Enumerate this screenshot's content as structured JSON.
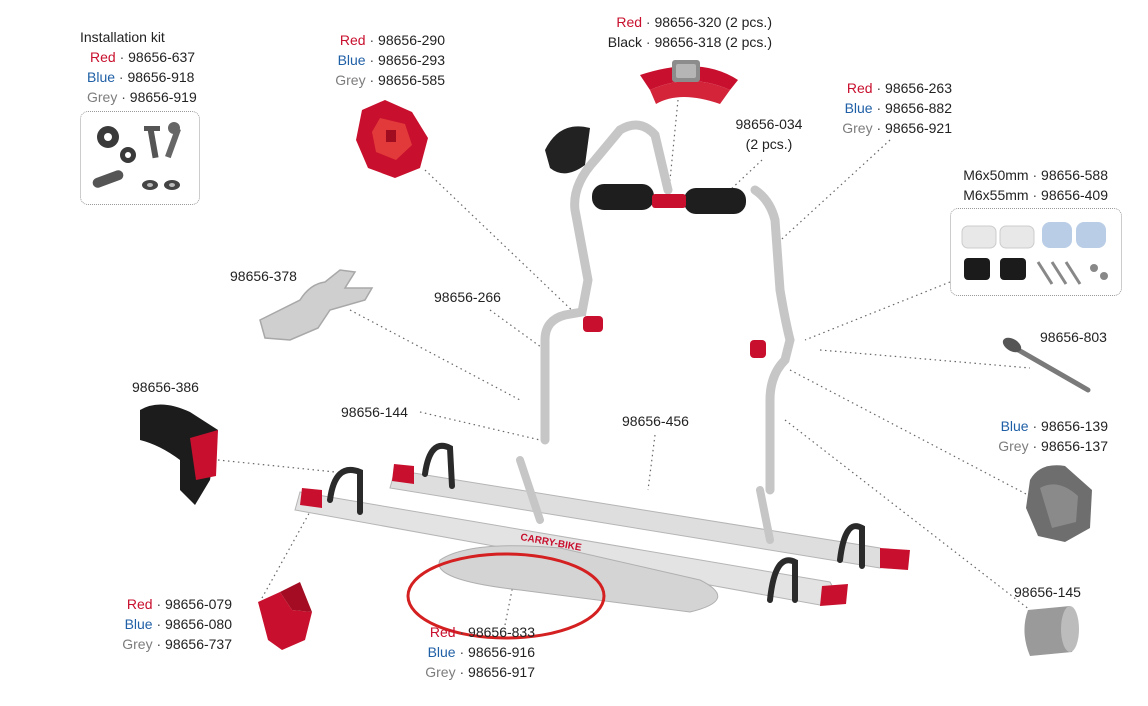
{
  "colors": {
    "red": "#c8102e",
    "blue": "#1f5fa6",
    "grey": "#7d7d7d",
    "rack": "#d9d9d9",
    "highlight": "#d42020"
  },
  "installation_kit": {
    "title": "Installation kit",
    "items": [
      {
        "color": "Red",
        "sep": " · ",
        "part": "98656-637"
      },
      {
        "color": "Blue",
        "sep": " · ",
        "part": "98656-918"
      },
      {
        "color": "Grey",
        "sep": " · ",
        "part": "98656-919"
      }
    ]
  },
  "knob": {
    "items": [
      {
        "color": "Red",
        "sep": " · ",
        "part": "98656-290"
      },
      {
        "color": "Blue",
        "sep": " · ",
        "part": "98656-293"
      },
      {
        "color": "Grey",
        "sep": " · ",
        "part": "98656-585"
      }
    ]
  },
  "strap_top": {
    "items": [
      {
        "color": "Red",
        "sep": " · ",
        "part": "98656-320 (2 pcs.)"
      },
      {
        "color": "Black",
        "sep": " · ",
        "part": "98656-318 (2 pcs.)"
      }
    ]
  },
  "cover_right": {
    "items": [
      {
        "color": "Red",
        "sep": " · ",
        "part": "98656-263"
      },
      {
        "color": "Blue",
        "sep": " · ",
        "part": "98656-882"
      },
      {
        "color": "Grey",
        "sep": " · ",
        "part": "98656-921"
      }
    ]
  },
  "foam": {
    "part": "98656-034",
    "qty": "(2 pcs.)"
  },
  "screws": {
    "items": [
      {
        "size": "M6x50mm",
        "sep": " · ",
        "part": "98656-588"
      },
      {
        "size": "M6x55mm",
        "sep": " · ",
        "part": "98656-409"
      }
    ]
  },
  "single_parts": {
    "p378": "98656-378",
    "p266": "98656-266",
    "p386": "98656-386",
    "p144": "98656-144",
    "p456": "98656-456",
    "p803": "98656-803",
    "p145": "98656-145"
  },
  "end_cap": {
    "items": [
      {
        "color": "Blue",
        "sep": " · ",
        "part": "98656-139"
      },
      {
        "color": "Grey",
        "sep": " · ",
        "part": "98656-137"
      }
    ]
  },
  "wheel_holder": {
    "items": [
      {
        "color": "Red",
        "sep": " · ",
        "part": "98656-079"
      },
      {
        "color": "Blue",
        "sep": " · ",
        "part": "98656-080"
      },
      {
        "color": "Grey",
        "sep": " · ",
        "part": "98656-737"
      }
    ]
  },
  "rail_stop": {
    "items": [
      {
        "color": "Red",
        "sep": " · ",
        "part": "98656-833"
      },
      {
        "color": "Blue",
        "sep": " · ",
        "part": "98656-916"
      },
      {
        "color": "Grey",
        "sep": " · ",
        "part": "98656-917"
      }
    ]
  },
  "rack_logo": "CARRY-BIKE"
}
